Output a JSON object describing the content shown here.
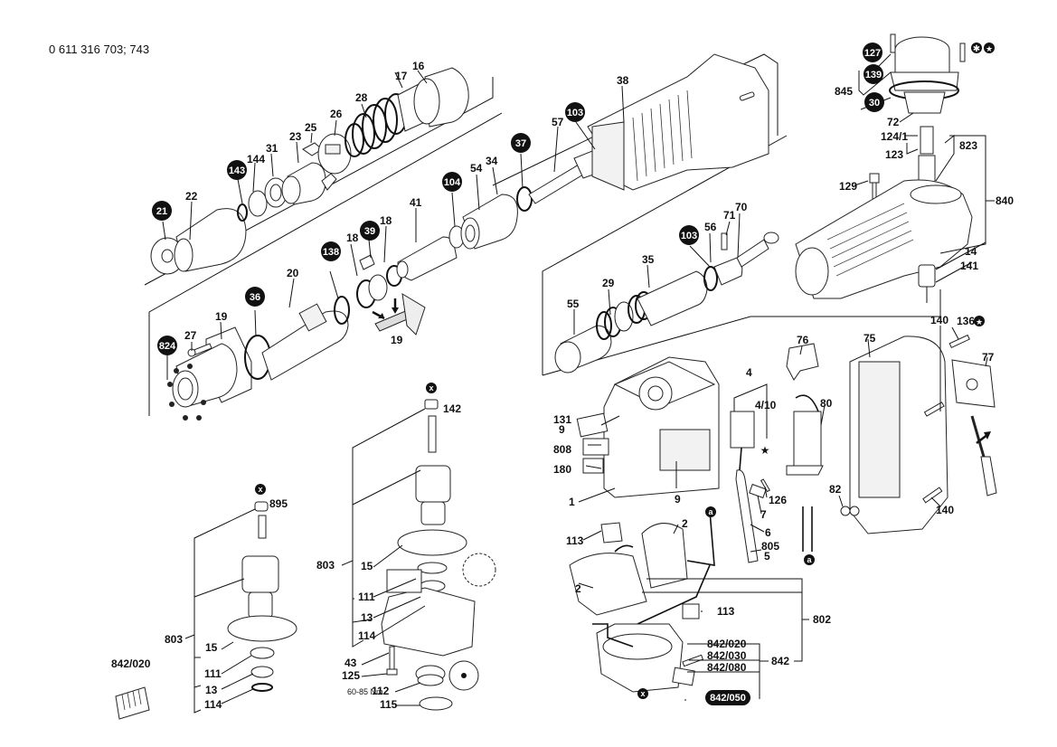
{
  "document": {
    "part_number": "0 611 316 703; 743",
    "type": "exploded parts diagram",
    "colors": {
      "line": "#111111",
      "fill": "#ffffff",
      "badge": "#111111",
      "badge_text": "#ffffff",
      "part_shade": "#f2f2f2"
    }
  },
  "symbols": {
    "torx_icon": "✱",
    "star_badge_icon": "✪",
    "star_icon": "★",
    "x_marker": "x",
    "a_marker": "a"
  },
  "callouts": {
    "plain": [
      {
        "id": "p16",
        "label": "16"
      },
      {
        "id": "p17",
        "label": "17"
      },
      {
        "id": "p28",
        "label": "28"
      },
      {
        "id": "p26",
        "label": "26"
      },
      {
        "id": "p25",
        "label": "25"
      },
      {
        "id": "p23",
        "label": "23"
      },
      {
        "id": "p31",
        "label": "31"
      },
      {
        "id": "p144",
        "label": "144"
      },
      {
        "id": "p22",
        "label": "22"
      },
      {
        "id": "p41",
        "label": "41"
      },
      {
        "id": "p18a",
        "label": "18"
      },
      {
        "id": "p18b",
        "label": "18"
      },
      {
        "id": "p20",
        "label": "20"
      },
      {
        "id": "p19a",
        "label": "19"
      },
      {
        "id": "p19b",
        "label": "19"
      },
      {
        "id": "p27",
        "label": "27"
      },
      {
        "id": "p54",
        "label": "54"
      },
      {
        "id": "p34",
        "label": "34"
      },
      {
        "id": "p57",
        "label": "57"
      },
      {
        "id": "p38",
        "label": "38"
      },
      {
        "id": "p56",
        "label": "56"
      },
      {
        "id": "p71",
        "label": "71"
      },
      {
        "id": "p70",
        "label": "70"
      },
      {
        "id": "p35",
        "label": "35"
      },
      {
        "id": "p29",
        "label": "29"
      },
      {
        "id": "p55",
        "label": "55"
      },
      {
        "id": "p845",
        "label": "845"
      },
      {
        "id": "p72",
        "label": "72"
      },
      {
        "id": "p124_1",
        "label": "124/1"
      },
      {
        "id": "p123",
        "label": "123"
      },
      {
        "id": "p823",
        "label": "823"
      },
      {
        "id": "p129",
        "label": "129"
      },
      {
        "id": "p840",
        "label": "840"
      },
      {
        "id": "p14",
        "label": "14"
      },
      {
        "id": "p141",
        "label": "141"
      },
      {
        "id": "p140a",
        "label": "140"
      },
      {
        "id": "p136",
        "label": "136"
      },
      {
        "id": "p75",
        "label": "75"
      },
      {
        "id": "p77",
        "label": "77"
      },
      {
        "id": "p76",
        "label": "76"
      },
      {
        "id": "p4",
        "label": "4"
      },
      {
        "id": "p4_10",
        "label": "4/10"
      },
      {
        "id": "p80",
        "label": "80"
      },
      {
        "id": "p131",
        "label": "131"
      },
      {
        "id": "p9a",
        "label": "9"
      },
      {
        "id": "p808",
        "label": "808"
      },
      {
        "id": "p180",
        "label": "180"
      },
      {
        "id": "p1",
        "label": "1"
      },
      {
        "id": "p9b",
        "label": "9"
      },
      {
        "id": "p126",
        "label": "126"
      },
      {
        "id": "p7",
        "label": "7"
      },
      {
        "id": "p6",
        "label": "6"
      },
      {
        "id": "p805",
        "label": "805"
      },
      {
        "id": "p5",
        "label": "5"
      },
      {
        "id": "p82",
        "label": "82"
      },
      {
        "id": "p140b",
        "label": "140"
      },
      {
        "id": "p113a",
        "label": "113"
      },
      {
        "id": "p2a",
        "label": "2"
      },
      {
        "id": "p2b",
        "label": "2"
      },
      {
        "id": "p113b",
        "label": "113"
      },
      {
        "id": "p802",
        "label": "802"
      },
      {
        "id": "p842_020",
        "label": "842/020"
      },
      {
        "id": "p842_030",
        "label": "842/030"
      },
      {
        "id": "p842_080",
        "label": "842/080"
      },
      {
        "id": "p842",
        "label": "842"
      },
      {
        "id": "p142",
        "label": "142"
      },
      {
        "id": "p803a",
        "label": "803"
      },
      {
        "id": "p15a",
        "label": "15"
      },
      {
        "id": "p111a",
        "label": "111"
      },
      {
        "id": "p13a",
        "label": "13"
      },
      {
        "id": "p114a",
        "label": "114"
      },
      {
        "id": "p43",
        "label": "43"
      },
      {
        "id": "p125",
        "label": "125"
      },
      {
        "id": "p112",
        "label": "112"
      },
      {
        "id": "p115",
        "label": "115"
      },
      {
        "id": "p895",
        "label": "895"
      },
      {
        "id": "p803b",
        "label": "803"
      },
      {
        "id": "p15b",
        "label": "15"
      },
      {
        "id": "p111b",
        "label": "111"
      },
      {
        "id": "p13b",
        "label": "13"
      },
      {
        "id": "p114b",
        "label": "114"
      },
      {
        "id": "p842_020b",
        "label": "842/020"
      }
    ],
    "badges": [
      {
        "id": "b21",
        "label": "21"
      },
      {
        "id": "b143",
        "label": "143"
      },
      {
        "id": "b39",
        "label": "39"
      },
      {
        "id": "b138",
        "label": "138"
      },
      {
        "id": "b36",
        "label": "36"
      },
      {
        "id": "b824",
        "label": "824"
      },
      {
        "id": "b104",
        "label": "104"
      },
      {
        "id": "b37",
        "label": "37"
      },
      {
        "id": "b103a",
        "label": "103"
      },
      {
        "id": "b103b",
        "label": "103"
      },
      {
        "id": "b127",
        "label": "127"
      },
      {
        "id": "b139",
        "label": "139"
      },
      {
        "id": "b30",
        "label": "30"
      }
    ],
    "pill_badges": [
      {
        "id": "b842_050",
        "label": "842/050"
      }
    ],
    "torque_note": "60-85 Nm"
  }
}
